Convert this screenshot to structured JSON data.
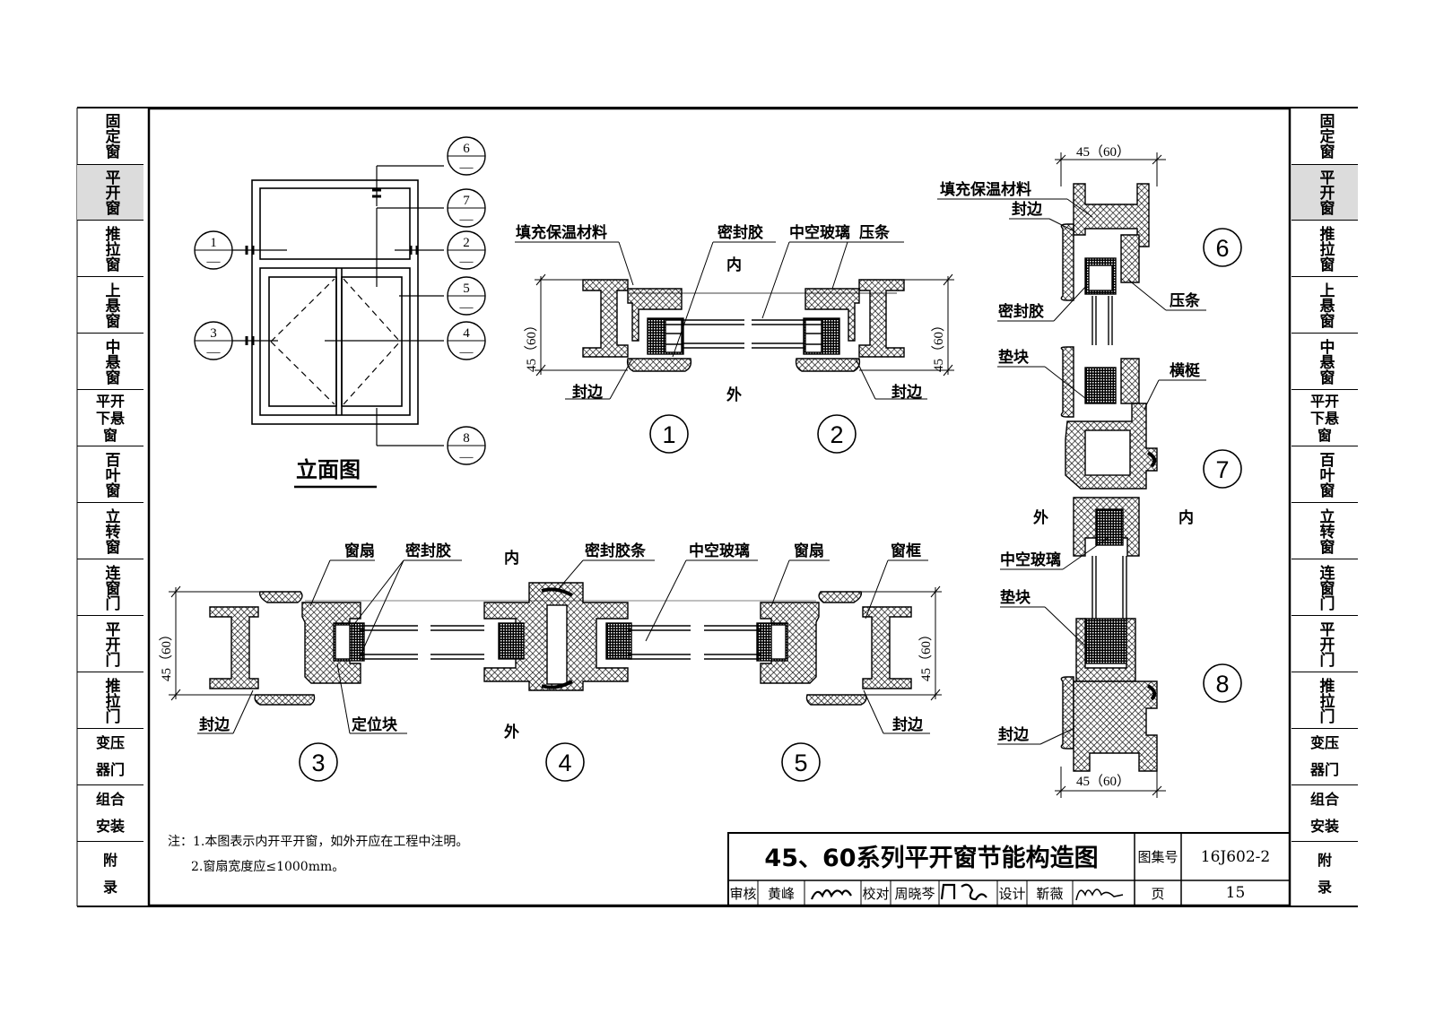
{
  "left_nav": [
    {
      "label": "固定窗",
      "active": false
    },
    {
      "label": "平开窗",
      "active": true
    },
    {
      "label": "推拉窗",
      "active": false
    },
    {
      "label": "上悬窗",
      "active": false
    },
    {
      "label": "中悬窗",
      "active": false
    },
    {
      "label": "平开下悬窗",
      "active": false
    },
    {
      "label": "百叶窗",
      "active": false
    },
    {
      "label": "立转窗",
      "active": false
    },
    {
      "label": "连窗门",
      "active": false
    },
    {
      "label": "平开门",
      "active": false
    },
    {
      "label": "推拉门",
      "active": false
    },
    {
      "label": "变压器门",
      "active": false
    },
    {
      "label": "组合安装",
      "active": false
    },
    {
      "label": "附录",
      "active": false
    }
  ],
  "right_nav": [
    {
      "label": "固定窗",
      "active": false
    },
    {
      "label": "平开窗",
      "active": true
    },
    {
      "label": "推拉窗",
      "active": false
    },
    {
      "label": "上悬窗",
      "active": false
    },
    {
      "label": "中悬窗",
      "active": false
    },
    {
      "label": "平开下悬窗",
      "active": false
    },
    {
      "label": "百叶窗",
      "active": false
    },
    {
      "label": "立转窗",
      "active": false
    },
    {
      "label": "连窗门",
      "active": false
    },
    {
      "label": "平开门",
      "active": false
    },
    {
      "label": "推拉门",
      "active": false
    },
    {
      "label": "变压器门",
      "active": false
    },
    {
      "label": "组合安装",
      "active": false
    },
    {
      "label": "附录",
      "active": false
    }
  ],
  "elevation": {
    "title": "立面图",
    "markers": [
      "1",
      "2",
      "3",
      "4",
      "5",
      "6",
      "7",
      "8"
    ],
    "marker_sub": "—"
  },
  "labels": {
    "insulation": "填充保温材料",
    "sealant": "密封胶",
    "insulated_glass": "中空玻璃",
    "glazing_bead": "压条",
    "edge_seal": "封边",
    "inside": "内",
    "outside": "外",
    "sash": "窗扇",
    "frame": "窗框",
    "sealing_strip": "密封胶条",
    "setting_block": "定位块",
    "packing_block": "垫块",
    "transom": "横梃",
    "dimension": "45（60）"
  },
  "detail_numbers": [
    "1",
    "2",
    "3",
    "4",
    "5",
    "6",
    "7",
    "8"
  ],
  "notes": {
    "prefix": "注：",
    "line1": "1.本图表示内开平开窗，如外开应在工程中注明。",
    "line2": "2.窗扇宽度应≤1000mm。"
  },
  "title_block": {
    "title": "45、60系列平开窗节能构造图",
    "atlas_label": "图集号",
    "atlas_no": "16J602-2",
    "review_label": "审核",
    "reviewer": "黄峰",
    "check_label": "校对",
    "checker": "周晓芩",
    "design_label": "设计",
    "designer": "靳薇",
    "page_label": "页",
    "page_no": "15"
  },
  "colors": {
    "line": "#000000",
    "nav_active": "#dcdcdc",
    "hatch": "#000000"
  }
}
